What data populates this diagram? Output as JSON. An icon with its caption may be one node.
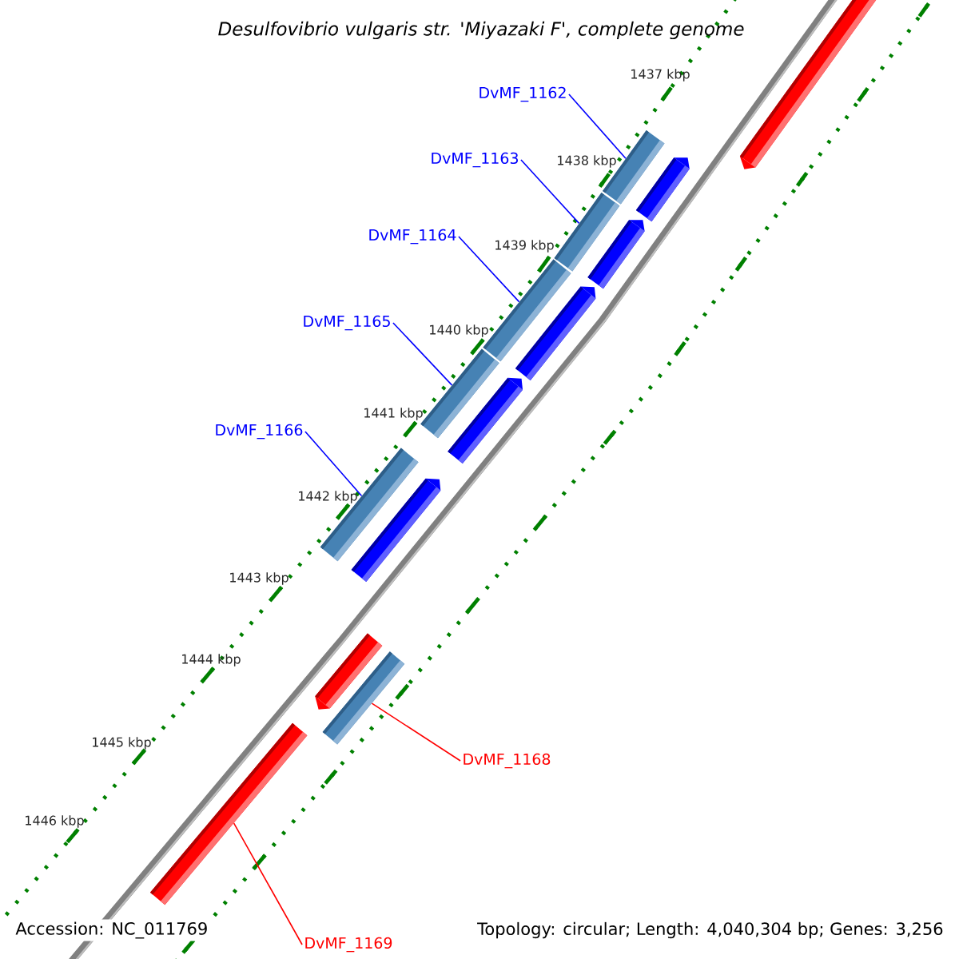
{
  "diagram": {
    "title": "Desulfovibrio vulgaris str. 'Miyazaki F', complete genome",
    "nodes": [
      {
        "text": [
          "DvMF_1162"
        ]
      },
      {
        "text": [
          "DvMF_1163"
        ]
      },
      {
        "text": [
          "DvMF_1164"
        ]
      },
      {
        "text": [
          "DvMF_1165"
        ]
      },
      {
        "text": [
          "DvMF_1166"
        ]
      },
      {
        "text": [
          "DvMF_1168"
        ]
      },
      {
        "text": [
          "DvMF_1169"
        ]
      },
      {
        "text": [],
        "shape": "bar"
      },
      {
        "text": [],
        "shape": "bar"
      },
      {
        "text": [],
        "shape": "bar"
      },
      {
        "text": [],
        "shape": "bar"
      },
      {
        "text": [],
        "shape": "bar"
      },
      {
        "text": [],
        "shape": "bar"
      },
      {
        "text": [],
        "shape": "bar"
      },
      {
        "text": [],
        "shape": "pentagon"
      },
      {
        "text": [],
        "shape": "pentagon"
      },
      {
        "text": [],
        "shape": "pentagon"
      },
      {
        "text": [],
        "shape": "pentagon"
      },
      {
        "text": [],
        "shape": "pentagon"
      },
      {
        "text": [],
        "shape": "pentagon"
      },
      {
        "text": [],
        "shape": "pentagon"
      }
    ],
    "edges": [
      {
        "from": 0,
        "to": 7,
        "arrow": "none"
      },
      {
        "from": 1,
        "to": 8,
        "arrow": "none"
      },
      {
        "from": 2,
        "to": 9,
        "arrow": "none"
      },
      {
        "from": 3,
        "to": 10,
        "arrow": "none"
      },
      {
        "from": 4,
        "to": 11,
        "arrow": "none"
      },
      {
        "from": 5,
        "to": 12,
        "arrow": "none",
        "color": "#ff0000"
      },
      {
        "from": 6,
        "to": 13,
        "arrow": "none",
        "color": "#ff0000"
      }
    ],
    "labels": [
      "1437 kbp",
      "1438 kbp",
      "1439 kbp",
      "1440 kbp",
      "1441 kbp",
      "1442 kbp",
      "1443 kbp",
      "1444 kbp",
      "1445 kbp",
      "1446 kbp",
      "Accession: NC_011769",
      "Topology: circular; Length: 4,040,304 bp; Genes: 3,256"
    ]
  }
}
